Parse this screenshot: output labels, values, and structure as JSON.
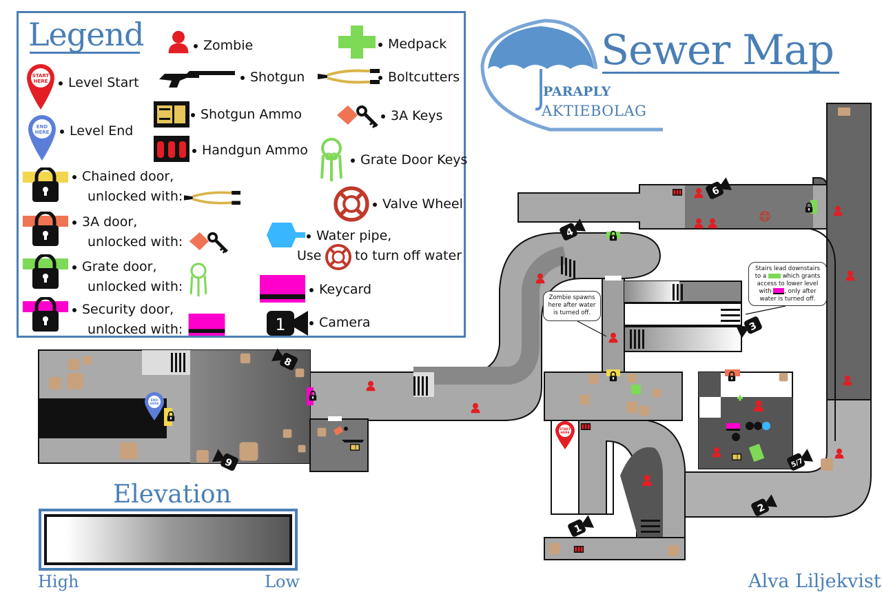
{
  "legend": {
    "title": "Legend",
    "items": {
      "zombie": "Zombie",
      "medpack": "Medpack",
      "level_start": "Level Start",
      "shotgun": "Shotgun",
      "boltcutters": "Boltcutters",
      "level_end": "Level End",
      "shotgun_ammo": "Shotgun Ammo",
      "keys_3a": "3A Keys",
      "handgun_ammo": "Handgun Ammo",
      "grate_door_keys": "Grate Door Keys",
      "valve_wheel": "Valve Wheel",
      "chained_door": "Chained door,",
      "chained_door_sub": "unlocked with:",
      "door_3a": "3A door,",
      "door_3a_sub": "unlocked with:",
      "grate_door": "Grate door,",
      "grate_door_sub": "unlocked with:",
      "security_door": "Security door,",
      "security_door_sub": "unlocked with:",
      "water_pipe": "Water pipe,",
      "water_pipe_use": "Use",
      "water_pipe_sub": "to turn off water",
      "keycard": "Keycard",
      "camera": "Camera",
      "camera_sample": "1",
      "start_pin": "START HERE",
      "end_pin": "END HERE"
    }
  },
  "brand": {
    "title": "Sewer Map",
    "company": "PARAPLY",
    "company_sub": "AKTIEBOLAG"
  },
  "elevation": {
    "title": "Elevation",
    "high": "High",
    "low": "Low"
  },
  "author": "Alva Liljekvist",
  "callouts": {
    "zombie_spawn": "Zombie spawns here after water is turned off.",
    "stairs_a": "Stairs lead downstairs to a",
    "stairs_b": "which grants access to lower level with",
    "stairs_c": ", only after water is turned off."
  },
  "cameras": [
    "1",
    "2",
    "3",
    "4",
    "5/7",
    "6",
    "8",
    "9"
  ],
  "colors": {
    "accent": "#4a7fb5",
    "zombie": "#e31e24",
    "chained": "#f2d74e",
    "door_3a": "#f07454",
    "grate": "#7ed957",
    "security": "#ff00cc",
    "water": "#38b6ff",
    "valve": "#c0392b"
  }
}
